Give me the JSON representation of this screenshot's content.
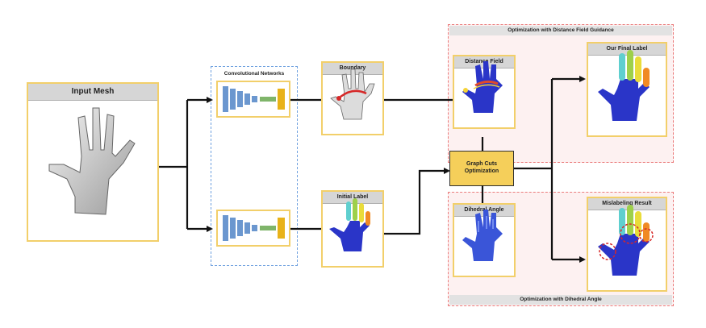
{
  "nodes": {
    "input_mesh": "Input Mesh",
    "conv_networks": "Convolutional Networks",
    "boundary": "Boundary",
    "initial_label": "Initial Label",
    "distance_field": "Distance Field",
    "graph_cuts": "Graph Cuts Optimization",
    "dihedral_angle": "Dihedral Angle",
    "final_label": "Our Final Label",
    "mislabeling": "Mislabeling Result"
  },
  "regions": {
    "distance_field_guidance": "Optimization with Distance Field Guidance",
    "dihedral_optimization": "Optimization with Dihedral Angle"
  },
  "colors": {
    "box_border": "#f2cf6a",
    "graph_cuts_fill": "#f5cf5a",
    "network_blue": "#6b97cf",
    "mesh_blue": "#2a35c8",
    "red_dashed": "#ea7b7b",
    "blue_dashed": "#6fa1df"
  }
}
